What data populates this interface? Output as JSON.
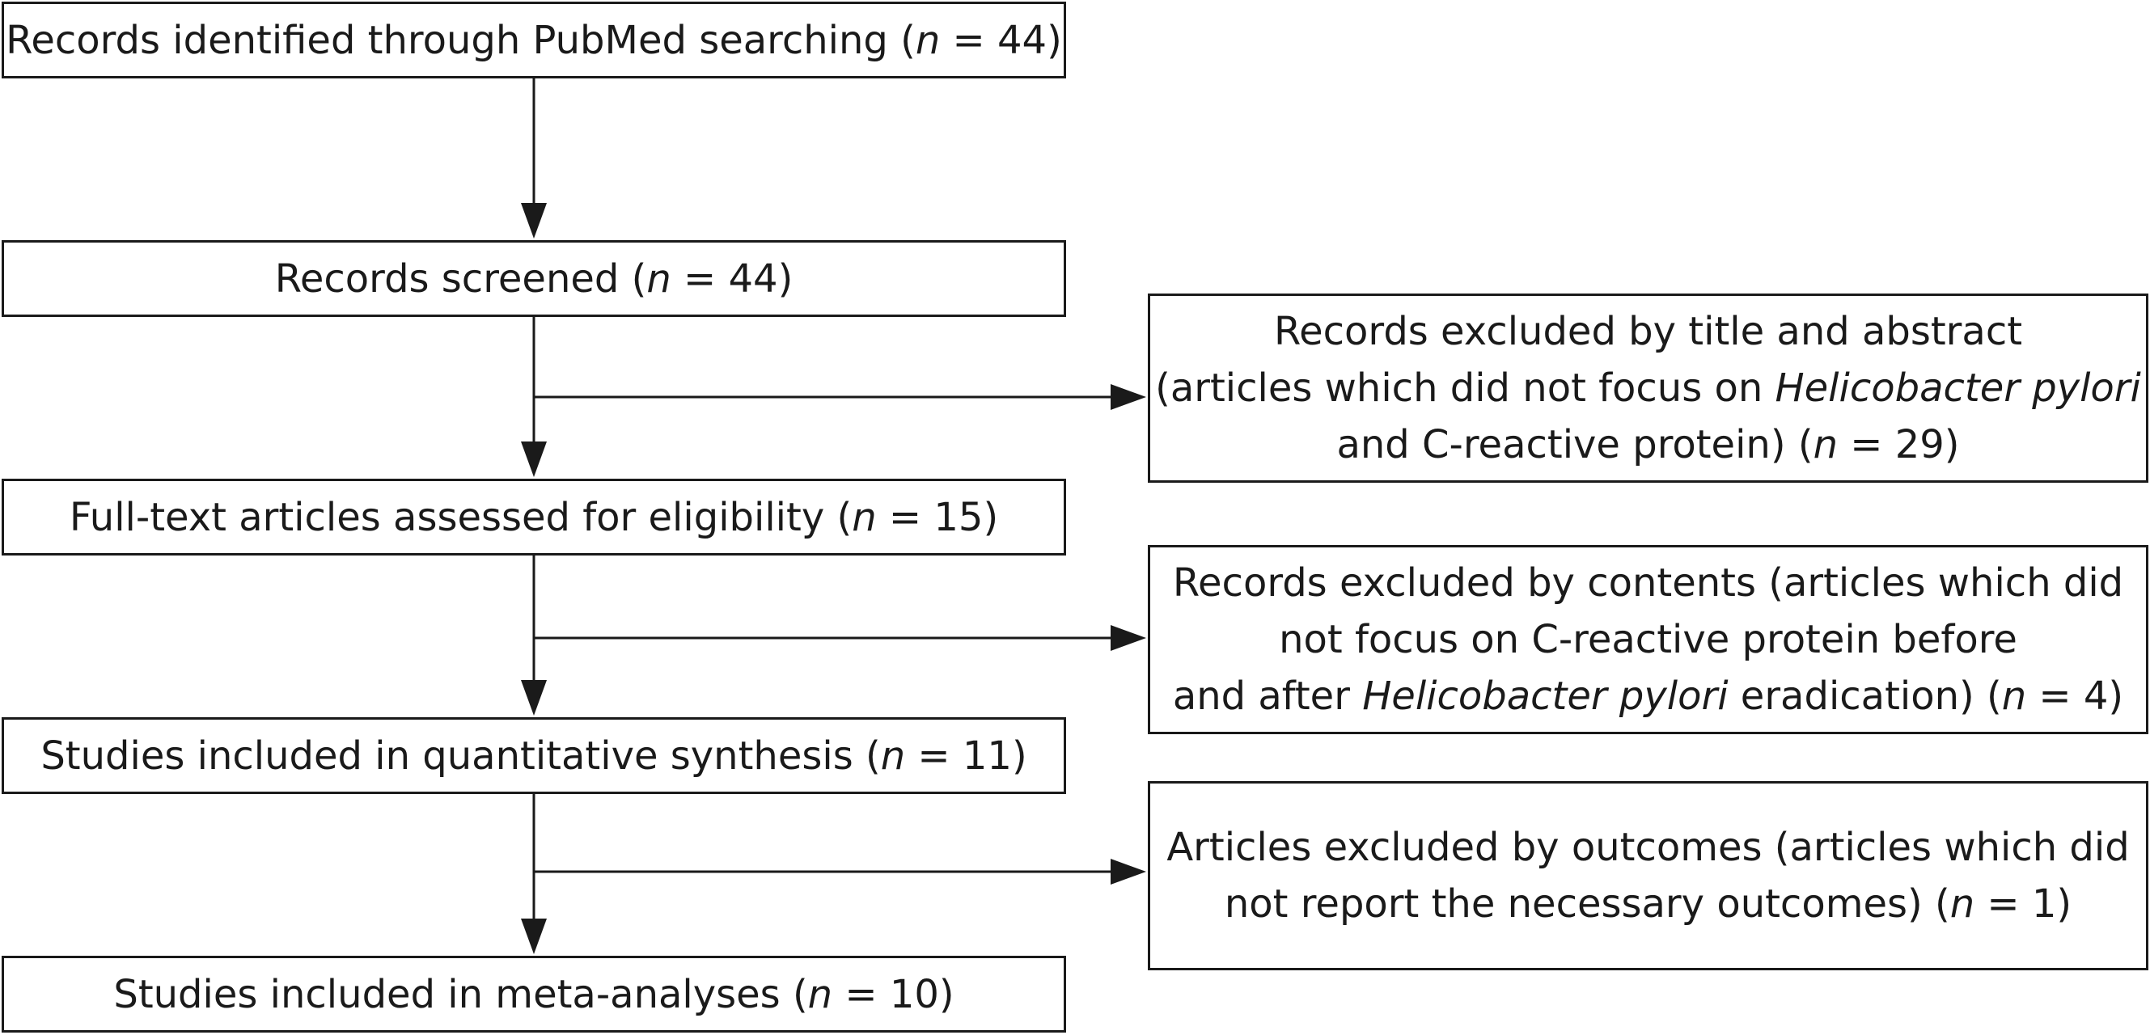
{
  "flow": {
    "records_identified": {
      "text": "Records identified through PubMed searching (",
      "n": "n",
      "value": " = 44)"
    },
    "records_screened": {
      "text": "Records screened (",
      "n": "n",
      "value": " = 44)"
    },
    "full_text_assessed": {
      "text": "Full-text articles assessed for eligibility (",
      "n": "n",
      "value": " = 15)"
    },
    "quantitative_synthesis": {
      "text": "Studies included in quantitative synthesis (",
      "n": "n",
      "value": " = 11)"
    },
    "meta_analyses": {
      "text": "Studies included in meta-analyses (",
      "n": "n",
      "value": " = 10)"
    }
  },
  "exclusions": {
    "title_abstract": {
      "line1": "Records excluded by title and abstract",
      "line2_pre": "(articles which did not focus on ",
      "line2_em": "Helicobacter pylori",
      "line3_pre": "and C-reactive protein) (",
      "line3_n": "n",
      "line3_post": " = 29)"
    },
    "contents": {
      "line1": "Records excluded by contents (articles which did",
      "line2": "not focus on C-reactive protein before",
      "line3_pre": "and after ",
      "line3_em": "Helicobacter pylori",
      "line3_mid": " eradication) (",
      "line3_n": "n",
      "line3_post": " = 4)"
    },
    "outcomes": {
      "line1": "Articles excluded by outcomes (articles which did",
      "line2_pre": "not report the necessary outcomes) (",
      "line2_n": "n",
      "line2_post": " = 1)"
    }
  },
  "colors": {
    "stroke": "#1a1a1a",
    "background": "#ffffff"
  }
}
